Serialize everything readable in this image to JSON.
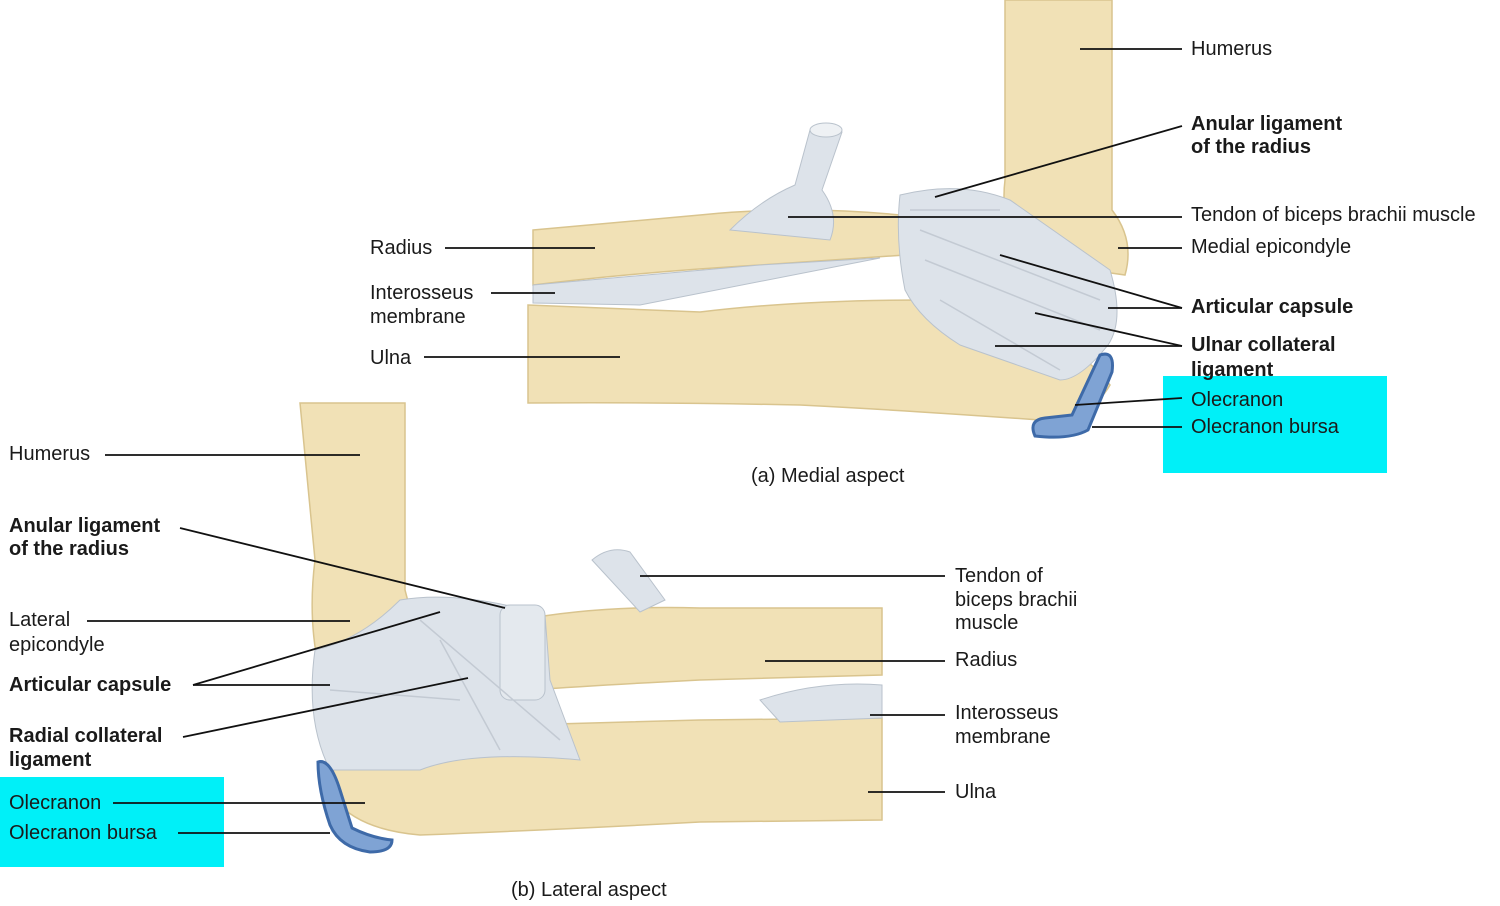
{
  "highlight_color": "#00f0f8",
  "bone_color": "#f1e1b6",
  "ligament_color": "#dde3ea",
  "bursa_color": "#5b85bf",
  "panel_a": {
    "caption": "(a) Medial aspect",
    "labels": {
      "humerus": "Humerus",
      "anular": "Anular ligament\nof the radius",
      "tendon": "Tendon of biceps brachii muscle",
      "medial_epicondyle": "Medial epicondyle",
      "articular_capsule": "Articular capsule",
      "ulnar_collateral": "Ulnar collateral\nligament",
      "olecranon": "Olecranon",
      "olecranon_bursa": "Olecranon bursa",
      "radius": "Radius",
      "interosseus": "Interosseus\nmembrane",
      "ulna": "Ulna"
    }
  },
  "panel_b": {
    "caption": "(b) Lateral aspect",
    "labels": {
      "humerus": "Humerus",
      "anular": "Anular ligament\nof the radius",
      "lateral_epicondyle": "Lateral\nepicondyle",
      "articular_capsule": "Articular capsule",
      "radial_collateral": "Radial collateral\nligament",
      "olecranon": "Olecranon",
      "olecranon_bursa": "Olecranon bursa",
      "tendon": "Tendon of\nbiceps brachii\nmuscle",
      "radius": "Radius",
      "interosseus": "Interosseus\nmembrane",
      "ulna": "Ulna"
    }
  }
}
